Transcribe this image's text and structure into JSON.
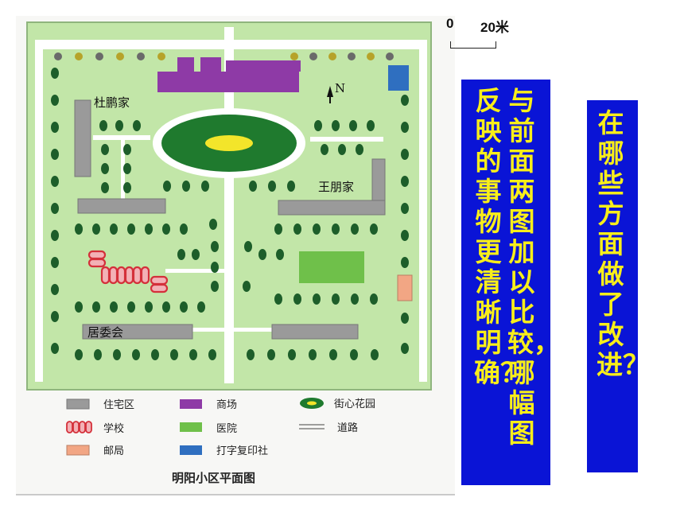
{
  "scale": {
    "zero": "0",
    "distance": "20米"
  },
  "map": {
    "north": "N",
    "places": {
      "du_peng_home": "杜鹏家",
      "wang_peng_home": "王朋家",
      "residents_committee": "居委会"
    },
    "legend": {
      "residential": "住宅区",
      "mall": "商场",
      "street_garden": "街心花园",
      "school": "学校",
      "hospital": "医院",
      "road": "道路",
      "post_office": "邮局",
      "print_copy_shop": "打字复印社"
    },
    "title": "明阳小区平面图",
    "colors": {
      "residential": "#9a9a9a",
      "mall": "#8e3aa6",
      "garden": "#1f7a2e",
      "garden_center": "#f3e52a",
      "school": "#d4303a",
      "hospital": "#6fc04a",
      "post_office": "#f2a684",
      "print_shop": "#2f6fc0",
      "ground": "#c2e6a8",
      "tree": "#1d5e2a"
    }
  },
  "question_left": {
    "col1": "与前面两图加以比较，哪幅图",
    "col2": "反映的事物更清晰明确？"
  },
  "question_right": {
    "text": "在哪些方面做了改进？"
  },
  "box_colors": {
    "background": "#0a14d6",
    "text": "#f8ee1a"
  }
}
